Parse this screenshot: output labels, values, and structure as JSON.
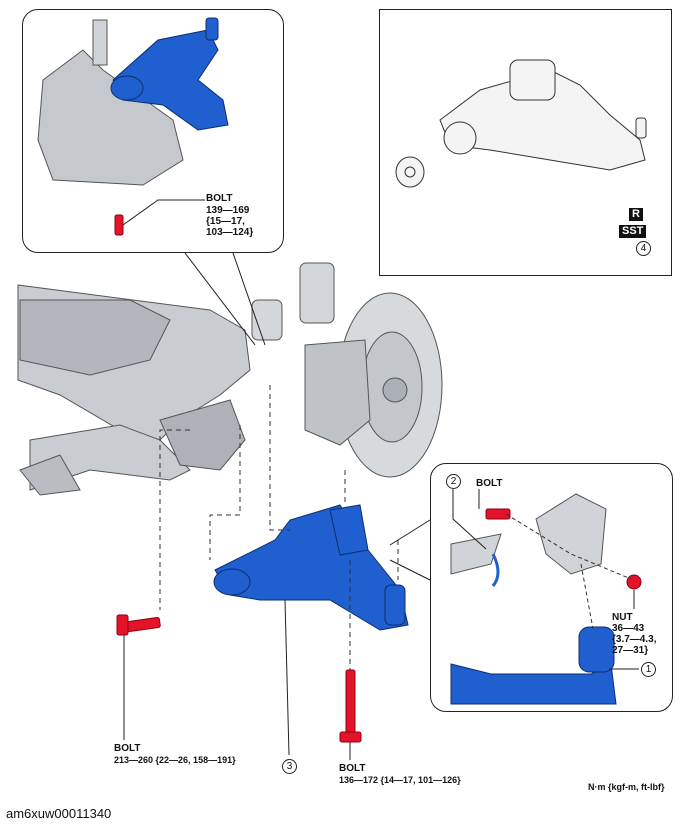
{
  "callouts": {
    "c1": "1",
    "c2": "2",
    "c3": "3",
    "c4": "4"
  },
  "labels": {
    "bolt_upper": {
      "title": "BOLT",
      "line1": "139—169",
      "line2": "{15—17,",
      "line3": "103—124}"
    },
    "bolt_inset": {
      "title": "BOLT"
    },
    "nut_inset": {
      "title": "NUT",
      "line1": "36—43",
      "line2": "{3.7—4.3,",
      "line3": "27—31}"
    },
    "bolt_left": {
      "title": "BOLT",
      "line1": "213—260 {22—26, 158—191}"
    },
    "bolt_center": {
      "title": "BOLT",
      "line1": "136—172 {14—17, 101—126}"
    }
  },
  "badges": {
    "r": "R",
    "sst": "SST"
  },
  "unit_note": "N·m {kgf-m, ft-lbf}",
  "figure_code": "am6xuw00011340",
  "colors": {
    "part_blue": "#1f5fcf",
    "bolt_red": "#e4132a",
    "frame_gray": "#bfc3c8",
    "line": "#222222"
  }
}
